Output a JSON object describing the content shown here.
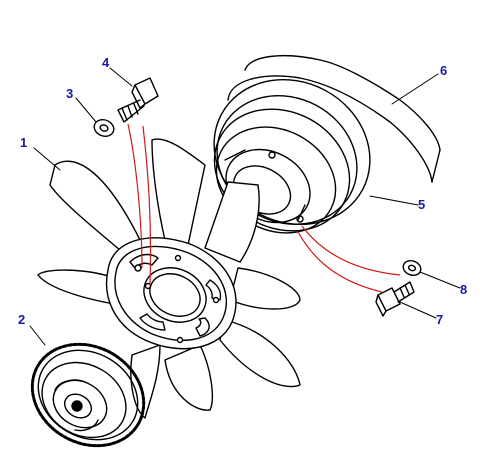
{
  "colors": {
    "line": "#000000",
    "callout_text": "#1a1aa8",
    "guide_line": "#d01818",
    "background": "#ffffff"
  },
  "callouts": [
    {
      "id": "1",
      "label": "1"
    },
    {
      "id": "2",
      "label": "2"
    },
    {
      "id": "3",
      "label": "3"
    },
    {
      "id": "4",
      "label": "4"
    },
    {
      "id": "5",
      "label": "5"
    },
    {
      "id": "6",
      "label": "6"
    },
    {
      "id": "7",
      "label": "7"
    },
    {
      "id": "8",
      "label": "8"
    }
  ]
}
